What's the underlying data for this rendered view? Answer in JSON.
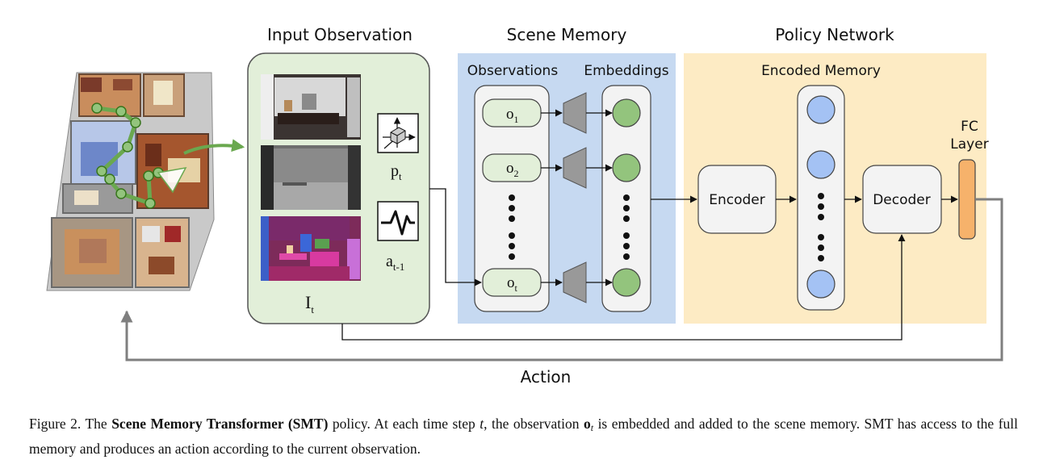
{
  "headers": {
    "input_observation": "Input Observation",
    "scene_memory": "Scene Memory",
    "policy_network": "Policy Network"
  },
  "scene_memory": {
    "observations_label": "Observations",
    "embeddings_label": "Embeddings",
    "o1": {
      "base": "o",
      "sub": "1"
    },
    "o2": {
      "base": "o",
      "sub": "2"
    },
    "ot": {
      "base": "o",
      "sub": "t"
    }
  },
  "input": {
    "pose": {
      "base": "p",
      "sub": "t"
    },
    "action_prev": {
      "base": "a",
      "sub": "t-1"
    },
    "image": {
      "base": "I",
      "sub": "t"
    }
  },
  "policy": {
    "encoded_memory_label": "Encoded Memory",
    "encoder_label": "Encoder",
    "decoder_label": "Decoder",
    "fc_label_line1": "FC",
    "fc_label_line2": "Layer"
  },
  "action_label": "Action",
  "caption": {
    "prefix": "Figure 2. The ",
    "bold": "Scene Memory Transformer (SMT)",
    "part1": " policy.  At each time step ",
    "t_var": "t",
    "part2": ", the observation ",
    "o_var": "o",
    "o_sub": "t",
    "part3": " is embedded and added to the scene memory. SMT has access to the full memory and produces an action according to the current observation."
  },
  "colors": {
    "input_bg": "#e2efd9",
    "scene_bg": "#c6d9f1",
    "policy_bg": "#fdebc4",
    "green_node": "#93c47d",
    "blue_node": "#a4c2f4",
    "fc_orange": "#f6b26b",
    "arrow_grey": "#7f7f7f"
  }
}
